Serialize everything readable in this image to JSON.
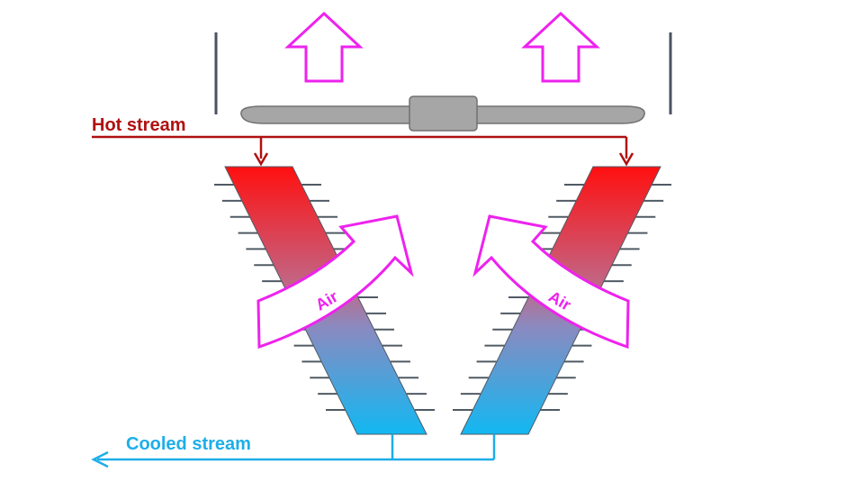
{
  "labels": {
    "hot_stream": "Hot stream",
    "cooled_stream": "Cooled stream",
    "air_left": "Air",
    "air_right": "Air"
  },
  "colors": {
    "hot": "#b01010",
    "hot_gradient_top": "#ff1010",
    "hot_gradient_mid": "#c06888",
    "cold_gradient_mid": "#6aa0d8",
    "cold_gradient_bottom": "#12b8f2",
    "cooled": "#1eaee8",
    "air_arrow": "#ee22ee",
    "fan": "#a6a6a6",
    "fan_border": "#707070",
    "fins": "#505a64",
    "frame": "#4a5260"
  },
  "icons": {
    "fan": "fan-icon",
    "airflow_up": "up-arrow-icon"
  }
}
